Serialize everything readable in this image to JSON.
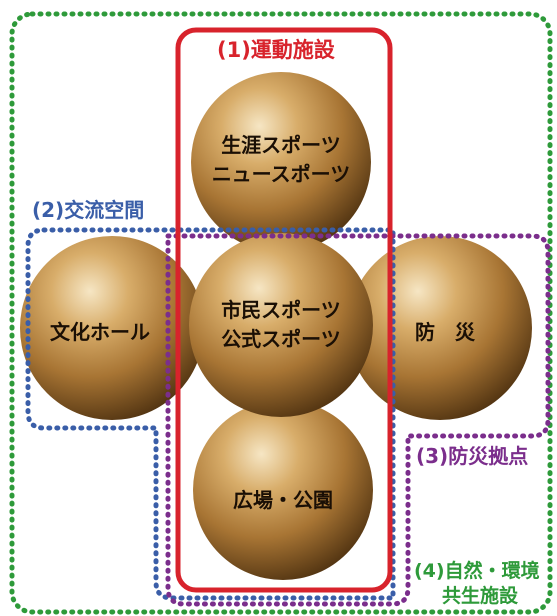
{
  "colors": {
    "sports_frame": "#d8232c",
    "exchange_frame": "#3a5ea8",
    "disaster_frame": "#7b2e8c",
    "nature_frame": "#2e9a3a",
    "sphere_light": "#f4dfb6",
    "sphere_mid": "#b9863f",
    "sphere_dark": "#5b3a14"
  },
  "groups": {
    "sports": {
      "label": "(1)運動施設"
    },
    "exchange": {
      "label": "(2)交流空間"
    },
    "disaster": {
      "label": "(3)防災拠点"
    },
    "nature": {
      "label_line1": "(4)自然・環境",
      "label_line2": "共生施設"
    }
  },
  "spheres": {
    "top": {
      "line1": "生涯スポーツ",
      "line2": "ニュースポーツ"
    },
    "left": {
      "text": "文化ホール"
    },
    "center": {
      "line1": "市民スポーツ",
      "line2": "公式スポーツ"
    },
    "right": {
      "text": "防　災"
    },
    "bottom": {
      "text": "広場・公園"
    }
  }
}
